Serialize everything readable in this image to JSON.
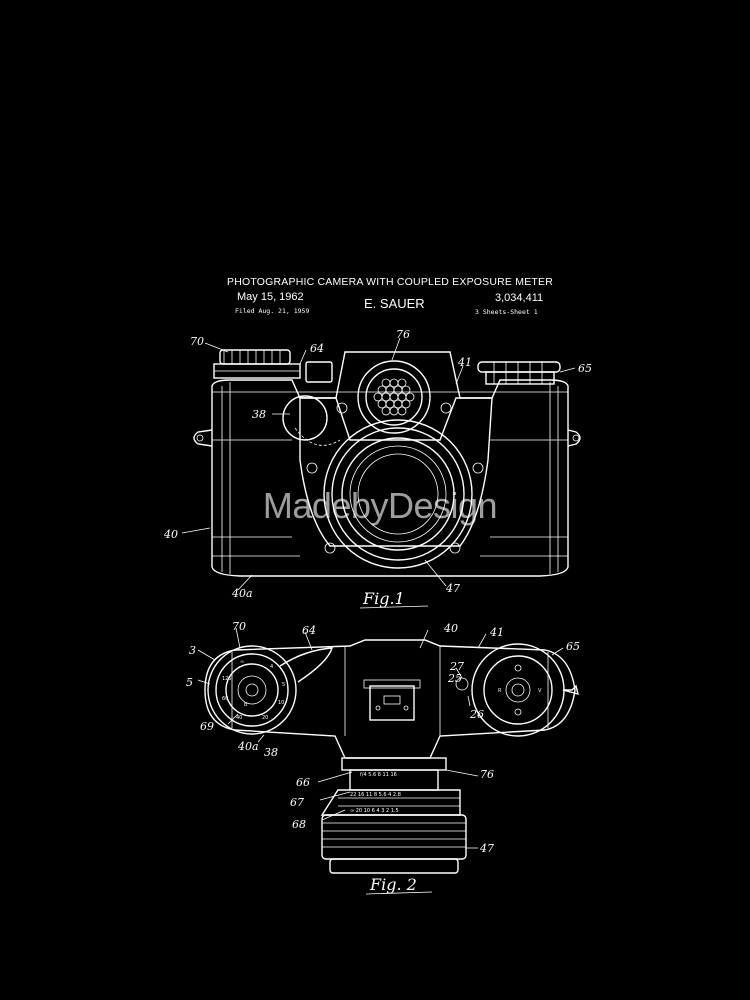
{
  "header": {
    "title": "PHOTOGRAPHIC CAMERA WITH COUPLED EXPOSURE METER",
    "date": "May 15, 1962",
    "filed": "Filed Aug. 21, 1959",
    "inventor": "E. SAUER",
    "patent_number": "3,034,411",
    "sheets": "3 Sheets-Sheet 1"
  },
  "watermark": "MadebyDesign",
  "fig1": {
    "label": "Fig.1",
    "refs": {
      "r70": "70",
      "r64": "64",
      "r76": "76",
      "r41": "41",
      "r65": "65",
      "r38": "38",
      "r40": "40",
      "r40a": "40a",
      "r47": "47"
    }
  },
  "fig2": {
    "label": "Fig. 2",
    "refs": {
      "r3": "3",
      "r70": "70",
      "r64": "64",
      "r40": "40",
      "r41": "41",
      "r65": "65",
      "r5": "5",
      "r27": "27",
      "r25": "25",
      "r26": "26",
      "r69": "69",
      "r40a": "40a",
      "r38": "38",
      "r66": "66",
      "r76": "76",
      "r67": "67",
      "r68": "68",
      "r47": "47"
    }
  }
}
